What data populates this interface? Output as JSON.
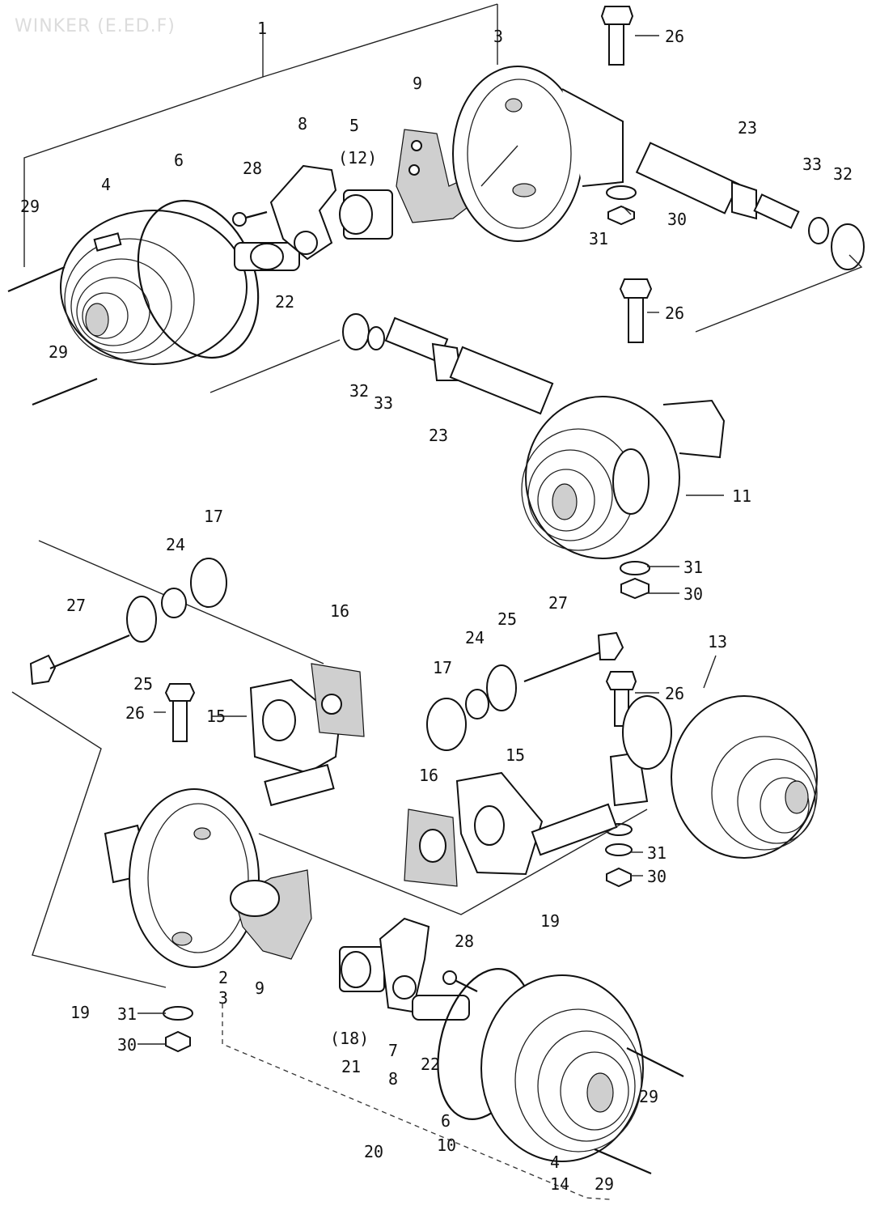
{
  "title": "WINKER (E.ED.F)",
  "callouts": [
    "1",
    "2",
    "3",
    "3",
    "4",
    "4",
    "5",
    "6",
    "6",
    "7",
    "8",
    "8",
    "9",
    "9",
    "10",
    "11",
    "13",
    "14",
    "15",
    "15",
    "16",
    "16",
    "17",
    "17",
    "19",
    "19",
    "20",
    "21",
    "22",
    "22",
    "23",
    "23",
    "24",
    "24",
    "25",
    "25",
    "26",
    "26",
    "26",
    "26",
    "27",
    "27",
    "28",
    "28",
    "29",
    "29",
    "29",
    "29",
    "30",
    "30",
    "30",
    "30",
    "31",
    "31",
    "31",
    "31",
    "32",
    "32",
    "33",
    "33",
    "(12)",
    "(18)"
  ]
}
